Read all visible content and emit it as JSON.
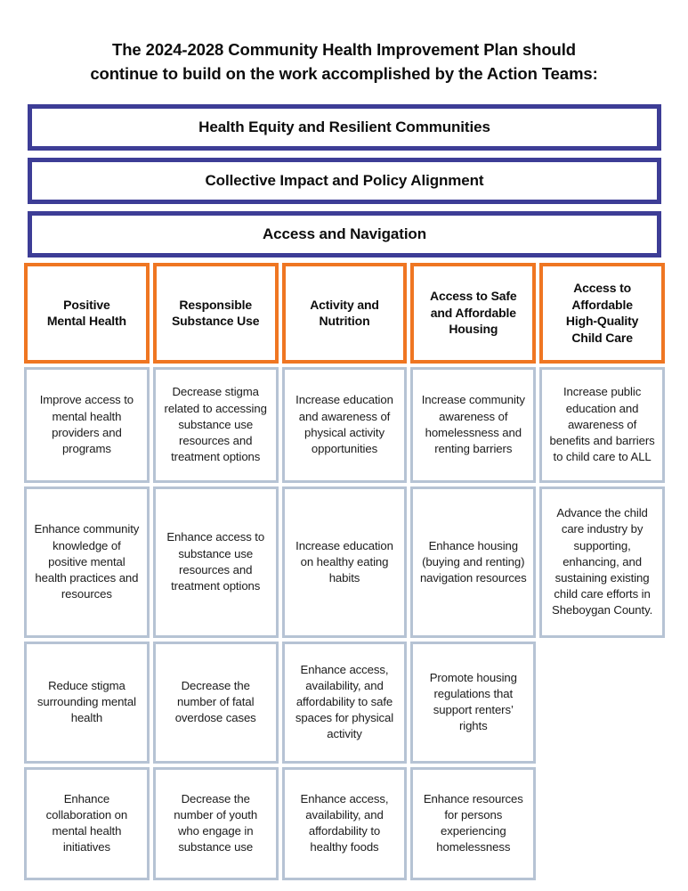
{
  "title": {
    "line1": "The 2024-2028 Community Health Improvement Plan should",
    "line2": "continue to build on the work accomplished by the Action Teams:"
  },
  "colors": {
    "banner_border": "#3d3d96",
    "header_border": "#ef7622",
    "cell_border": "#b6c3d4",
    "background": "#ffffff",
    "text": "#111111"
  },
  "banners": [
    {
      "label": "Health Equity and Resilient Communities"
    },
    {
      "label": "Collective Impact and Policy Alignment"
    },
    {
      "label": "Access and Navigation"
    }
  ],
  "matrix": {
    "columns": [
      {
        "header": "Positive\nMental Health",
        "header_line1": "Positive",
        "header_line2": "Mental Health"
      },
      {
        "header": "Responsible\nSubstance Use",
        "header_line1": "Responsible",
        "header_line2": "Substance Use"
      },
      {
        "header": "Activity and\nNutrition",
        "header_line1": "Activity and",
        "header_line2": "Nutrition"
      },
      {
        "header": "Access to Safe\nand Affordable\nHousing",
        "header_line1": "Access to Safe",
        "header_line2": "and Affordable",
        "header_line3": "Housing"
      },
      {
        "header": "Access to\nAffordable\nHigh-Quality\nChild Care",
        "header_line1": "Access to",
        "header_line2": "Affordable",
        "header_line3": "High-Quality",
        "header_line4": "Child Care"
      }
    ],
    "rows": [
      {
        "cells": [
          "Improve access to mental health providers and programs",
          "Decrease stigma related to accessing substance use resources and treatment options",
          "Increase education and awareness of physical activity opportunities",
          "Increase community awareness of homelessness and renting barriers",
          "Increase public education and awareness of benefits and barriers to child care to ALL"
        ]
      },
      {
        "cells": [
          "Enhance community knowledge of positive mental health practices and resources",
          "Enhance access to substance use resources and treatment options",
          "Increase education on healthy eating habits",
          "Enhance housing (buying and renting) navigation resources",
          "Advance the child care industry by supporting, enhancing, and sustaining existing child care efforts in Sheboygan County."
        ]
      },
      {
        "cells": [
          "Reduce stigma surrounding mental health",
          "Decrease the number of fatal overdose cases",
          "Enhance access, availability, and affordability to safe spaces for physical activity",
          "Promote housing regulations that support renters’ rights",
          ""
        ]
      },
      {
        "cells": [
          "Enhance collaboration on mental health initiatives",
          "Decrease the number of youth who engage in substance use",
          "Enhance access, availability, and affordability to healthy foods",
          "Enhance resources for persons experiencing homelessness",
          ""
        ]
      }
    ]
  }
}
